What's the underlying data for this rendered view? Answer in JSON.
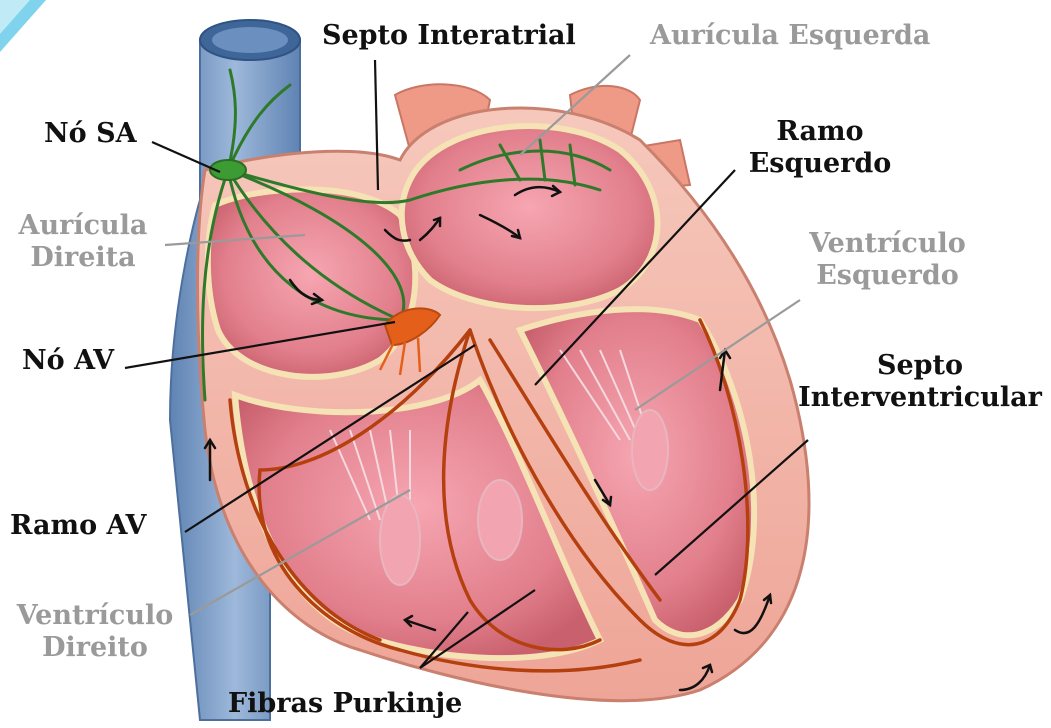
{
  "labels": {
    "no_sa": "Nó SA",
    "septo_interatrial": "Septo Interatrial",
    "auricula_esquerda": "Aurícula Esquerda",
    "ramo_esquerdo_l1": "Ramo",
    "ramo_esquerdo_l2": "Esquerdo",
    "auricula_direita_l1": "Aurícula",
    "auricula_direita_l2": "Direita",
    "ventriculo_esquerdo_l1": "Ventrículo",
    "ventriculo_esquerdo_l2": "Esquerdo",
    "no_av": "Nó AV",
    "septo_interventricular_l1": "Septo",
    "septo_interventricular_l2": "Interventricular",
    "ramo_av": "Ramo AV",
    "ventriculo_direito_l1": "Ventrículo",
    "ventriculo_direito_l2": "Direito",
    "fibras_purkinje": "Fibras Purkinje"
  },
  "colors": {
    "dark_label": "#111111",
    "gray_label": "#9a9a9a",
    "heart_wall": "#f2b3a8",
    "chamber": "#e48a94",
    "vein": "#7e9fc7",
    "conduction_green": "#2f7a2a",
    "purkinje": "#b5400f",
    "node_orange": "#e4601a"
  }
}
